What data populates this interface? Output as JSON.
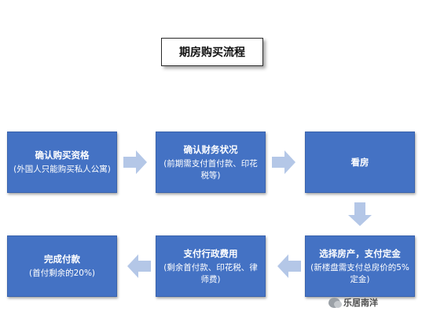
{
  "title": "期房购买流程",
  "steps": [
    {
      "title": "确认购买资格",
      "detail": "(外国人只能购买私人公寓)"
    },
    {
      "title": "确认财务状况",
      "detail": "(前期需支付首付款、印花税等)"
    },
    {
      "title": "看房",
      "detail": ""
    },
    {
      "title": "选择房产，支付定金",
      "detail": "(新楼盘需支付总房价的5%定金)"
    },
    {
      "title": "支付行政费用",
      "detail": "(剩余首付款、印花税、律师费)"
    },
    {
      "title": "完成付款",
      "detail": "(首付剩余的20%)"
    }
  ],
  "watermark": "乐居南洋",
  "colors": {
    "box": "#4472c4",
    "arrow": "#b4c7e7"
  }
}
